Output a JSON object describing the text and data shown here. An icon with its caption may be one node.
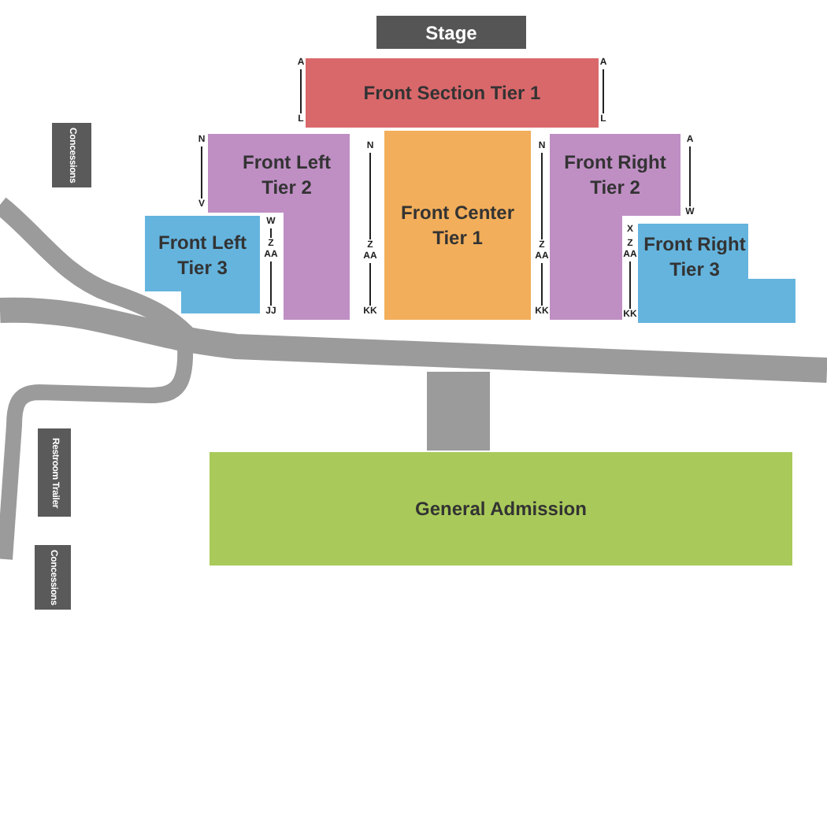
{
  "diagram": {
    "nodes": [
      {
        "text": [
          "Stage"
        ]
      },
      {
        "text": [
          "Front Section Tier 1"
        ]
      },
      {
        "text": [
          "Concessions"
        ]
      },
      {
        "text": [
          "Front Left Tier 2"
        ]
      },
      {
        "text": [
          "Front Center Tier 1"
        ]
      },
      {
        "text": [
          "Front Right Tier 2"
        ]
      },
      {
        "text": [
          "Front Left Tier 3"
        ]
      },
      {
        "text": [
          "Front Right Tier 3"
        ]
      },
      {
        "text": [
          "Restroom Trailer"
        ]
      },
      {
        "text": [
          "General Admission"
        ]
      },
      {
        "text": [
          "Concessions"
        ]
      }
    ],
    "edges": [],
    "labels": [
      "A",
      "L",
      "A",
      "L",
      "N",
      "V",
      "N",
      "Z",
      "AA",
      "KK",
      "N",
      "Z",
      "AA",
      "KK",
      "A",
      "W",
      "W",
      "Z",
      "AA",
      "JJ",
      "X",
      "Z",
      "AA",
      "KK"
    ]
  }
}
